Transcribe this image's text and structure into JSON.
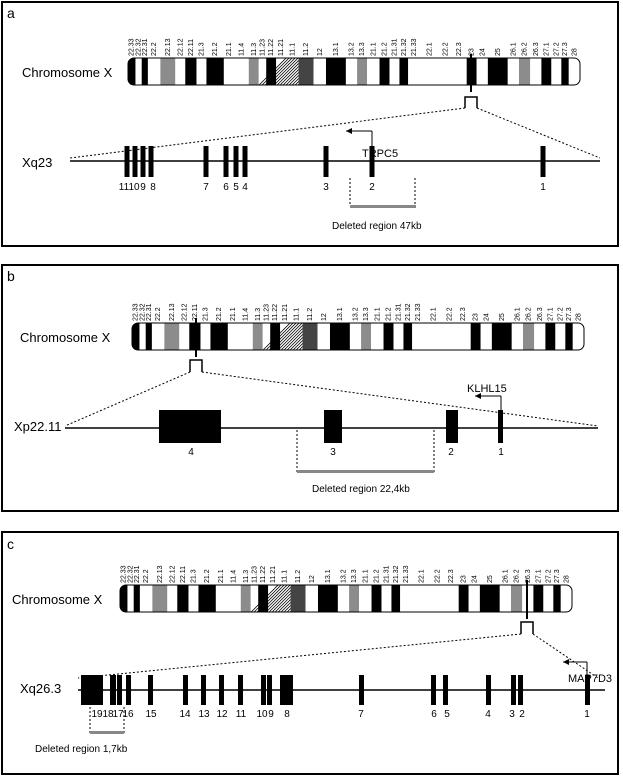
{
  "panels": [
    {
      "letter": "a",
      "chromosome_label": "Chromosome X",
      "locus_label": "Xq23",
      "gene": "TRPC5",
      "deletion_label": "Deleted region 47kb",
      "band_labels": [
        "22.33",
        "22.32",
        "22.31",
        "22.2",
        "22.13",
        "22.12",
        "22.11",
        "21.3",
        "21.2",
        "21.1",
        "11.4",
        "11.3",
        "11.23",
        "11.22",
        "11.21",
        "11.1",
        "11.2",
        "12",
        "13.1",
        "13.2",
        "13.3",
        "21.1",
        "21.2",
        "21.31",
        "21.32",
        "21.33",
        "22.1",
        "22.2",
        "22.3",
        "23",
        "24",
        "25",
        "26.1",
        "26.2",
        "26.3",
        "27.1",
        "27.2",
        "27.3",
        "28"
      ],
      "exon_labels": [
        "11",
        "10",
        "9",
        "8",
        "7",
        "6",
        "5",
        "4",
        "3",
        "2",
        "1"
      ]
    },
    {
      "letter": "b",
      "chromosome_label": "Chromosome X",
      "locus_label": "Xp22.11",
      "gene": "KLHL15",
      "deletion_label": "Deleted region 22,4kb",
      "band_labels": [
        "22.33",
        "22.32",
        "22.31",
        "22.2",
        "22.13",
        "22.12",
        "22.11",
        "21.3",
        "21.2",
        "21.1",
        "11.4",
        "11.3",
        "11.23",
        "11.22",
        "11.21",
        "11.1",
        "11.2",
        "12",
        "13.1",
        "13.2",
        "13.3",
        "21.1",
        "21.2",
        "21.31",
        "21.32",
        "21.33",
        "22.1",
        "22.2",
        "22.3",
        "23",
        "24",
        "25",
        "26.1",
        "26.2",
        "26.3",
        "27.1",
        "27.2",
        "27.3",
        "28"
      ],
      "exon_labels": [
        "4",
        "3",
        "2",
        "1"
      ]
    },
    {
      "letter": "c",
      "chromosome_label": "Chromosome X",
      "locus_label": "Xq26.3",
      "gene": "MAP7D3",
      "deletion_label": "Deleted region 1,7kb",
      "band_labels": [
        "22.33",
        "22.32",
        "22.31",
        "22.2",
        "22.13",
        "22.12",
        "22.11",
        "21.3",
        "21.2",
        "21.1",
        "11.4",
        "11.3",
        "11.23",
        "11.22",
        "11.21",
        "11.1",
        "11.2",
        "12",
        "13.1",
        "13.2",
        "13.3",
        "21.1",
        "21.2",
        "21.31",
        "21.32",
        "21.33",
        "22.1",
        "22.2",
        "22.3",
        "23",
        "24",
        "25",
        "26.1",
        "26.2",
        "26.3",
        "27.1",
        "27.2",
        "27.3",
        "28"
      ],
      "exon_labels": [
        "19",
        "18",
        "17",
        "16",
        "15",
        "14",
        "13",
        "12",
        "11",
        "10",
        "9",
        "8",
        "7",
        "6",
        "5",
        "4",
        "3",
        "2",
        "1"
      ]
    }
  ]
}
